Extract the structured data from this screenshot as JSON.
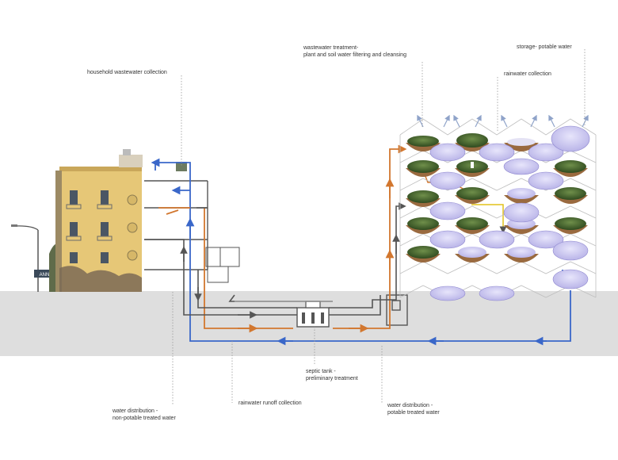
{
  "labels": {
    "household": "household wastewater collection",
    "treatment_line1": "wastewater treatment-",
    "treatment_line2": "plant and soil water filtering and cleansing",
    "storage": "storage- potable water",
    "rainwater": "rainwater collection",
    "septic_line1": "septic tank -",
    "septic_line2": "preliminary treatment",
    "runoff": "rainwater runoff collection",
    "nonpotable_line1": "water distribution -",
    "nonpotable_line2": "non-potable treated water",
    "potable_line1": "water distribution -",
    "potable_line2": "potable treated water",
    "sign_text": "ANN"
  },
  "colors": {
    "potable": "#3a67c9",
    "wastewater": "#d2772f",
    "graywater": "#555555",
    "greywater_light": "#888888",
    "rainwater": "#e2c21a",
    "ground": "#dedede",
    "facade": "#e6c777",
    "planter": "#9a6a3f",
    "storage_bubble": "#c9c6ee"
  }
}
